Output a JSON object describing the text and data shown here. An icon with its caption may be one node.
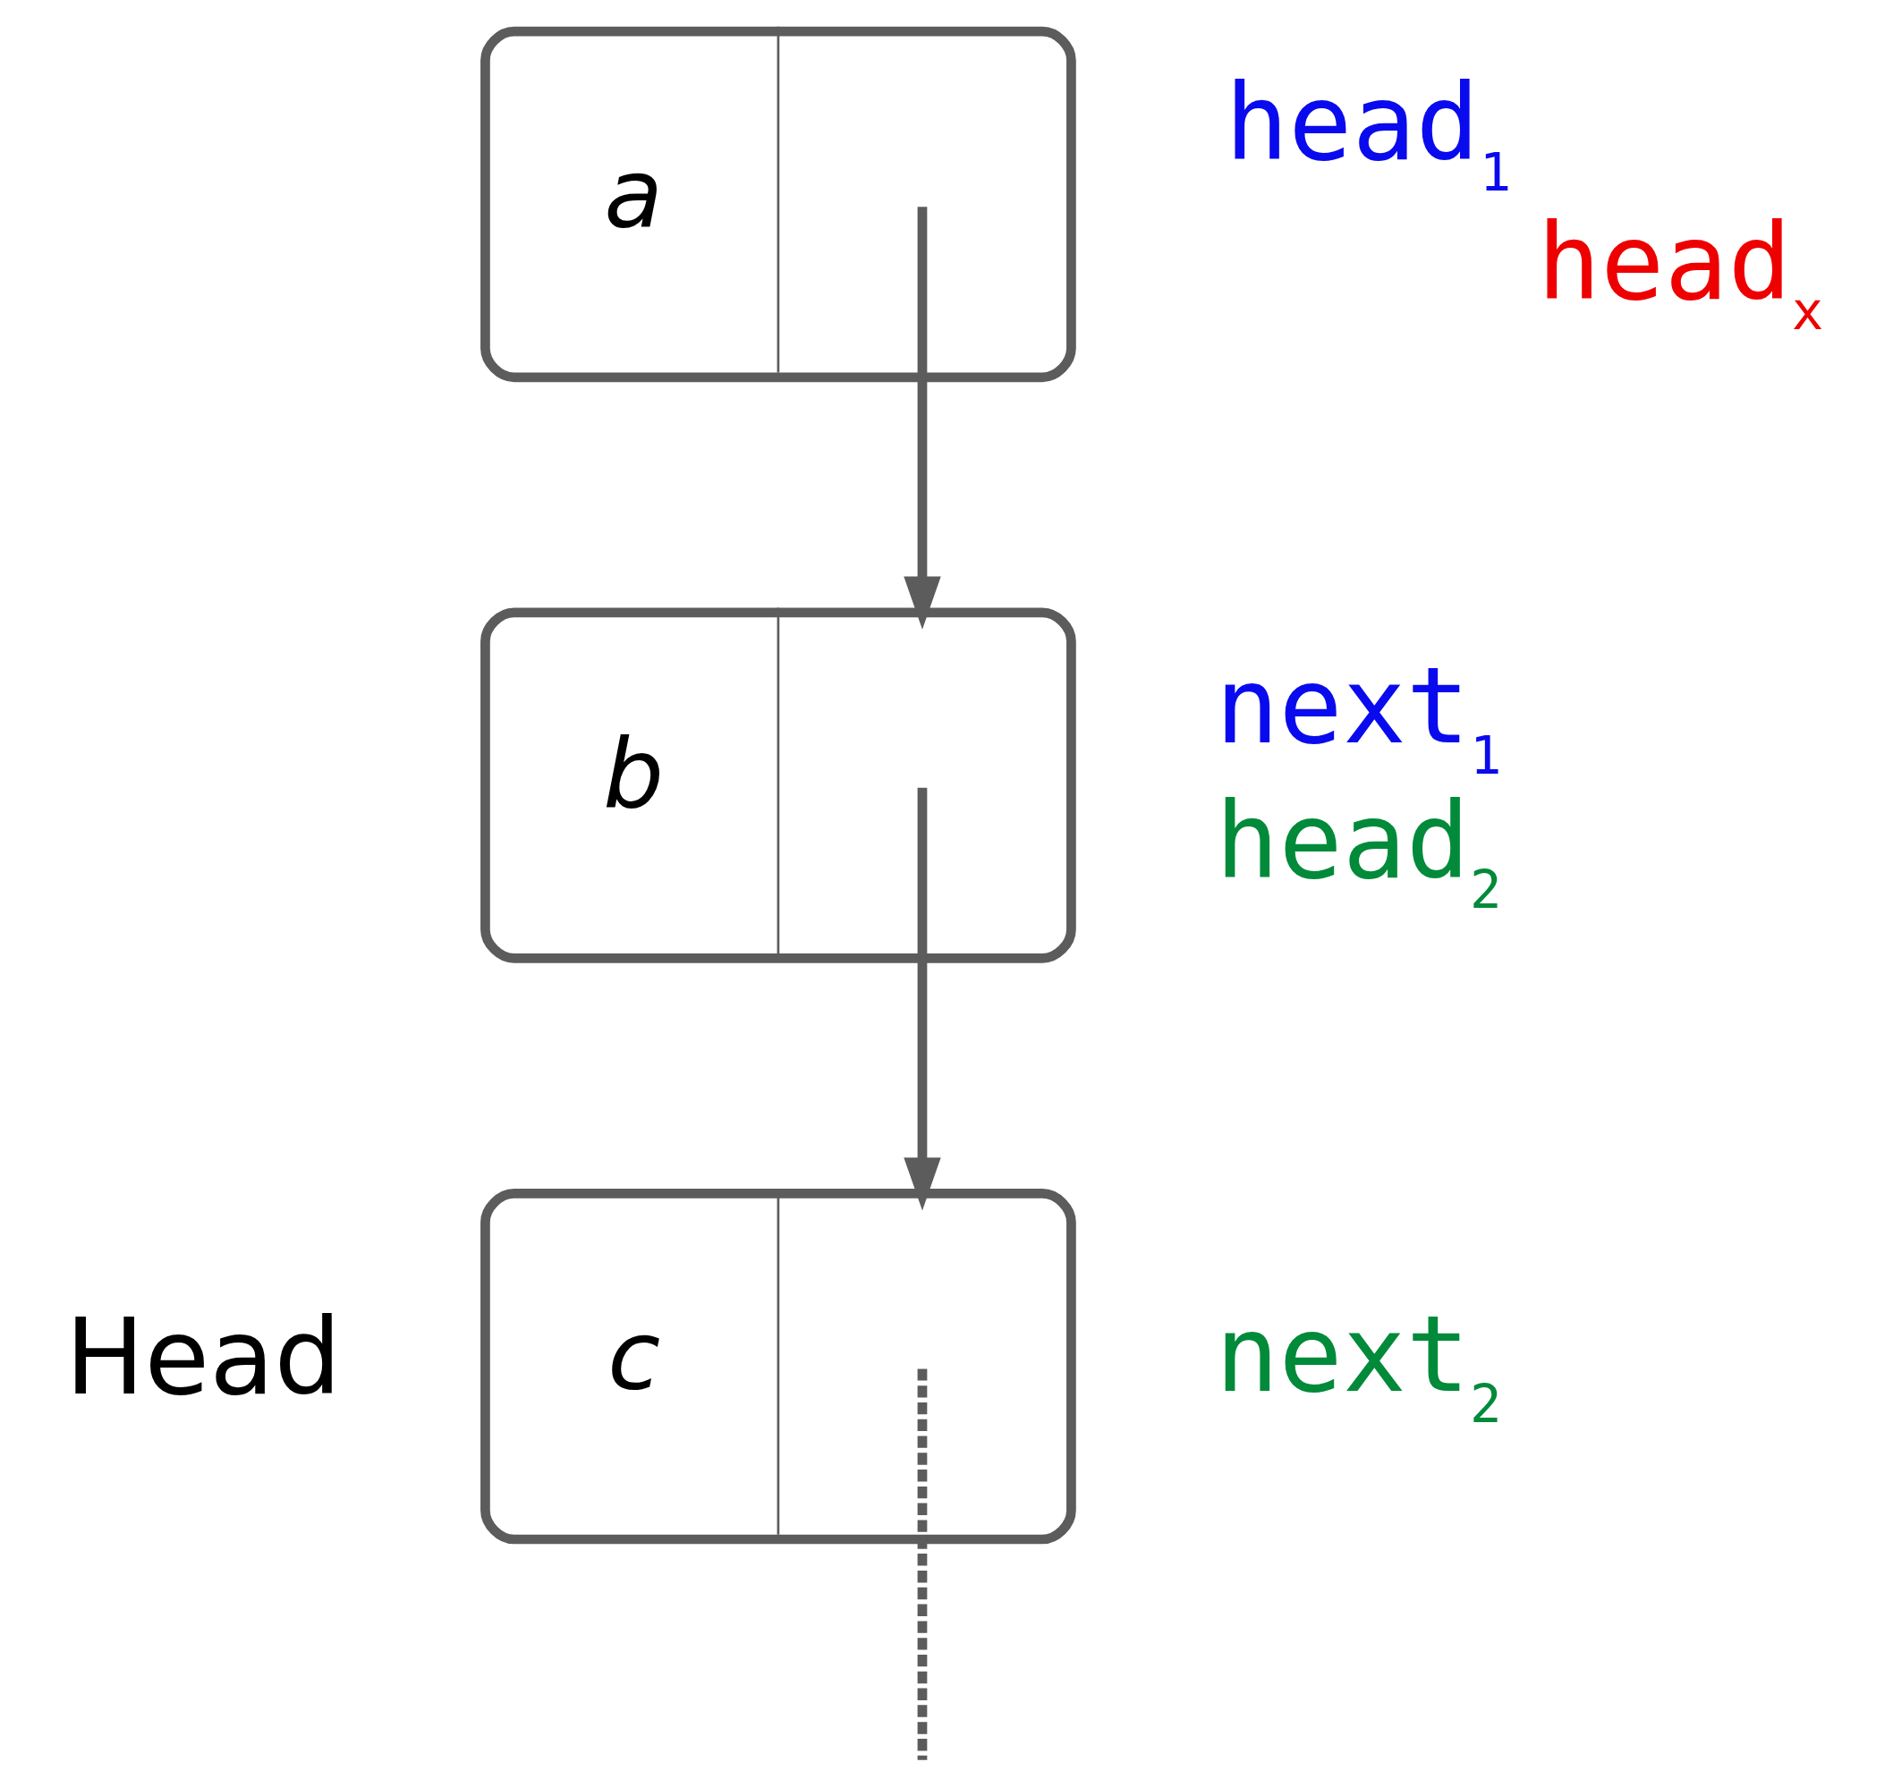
{
  "diagram": {
    "nodes": [
      {
        "text": [
          "a"
        ],
        "beside": [
          "head$_{1}$",
          "head$_{x}$"
        ]
      },
      {
        "text": [
          "b"
        ],
        "beside": [
          "next$_{1}$",
          "head$_{2}$"
        ]
      },
      {
        "text": [
          "c"
        ],
        "beside": [
          "Head",
          "next$_{2}$"
        ]
      }
    ],
    "edges": [
      {
        "from": 0,
        "to": 1,
        "arrow": "to"
      },
      {
        "from": 1,
        "to": 2,
        "arrow": "to"
      },
      {
        "from": 2,
        "to": null,
        "arrow": "none",
        "style": "dashed"
      }
    ]
  }
}
